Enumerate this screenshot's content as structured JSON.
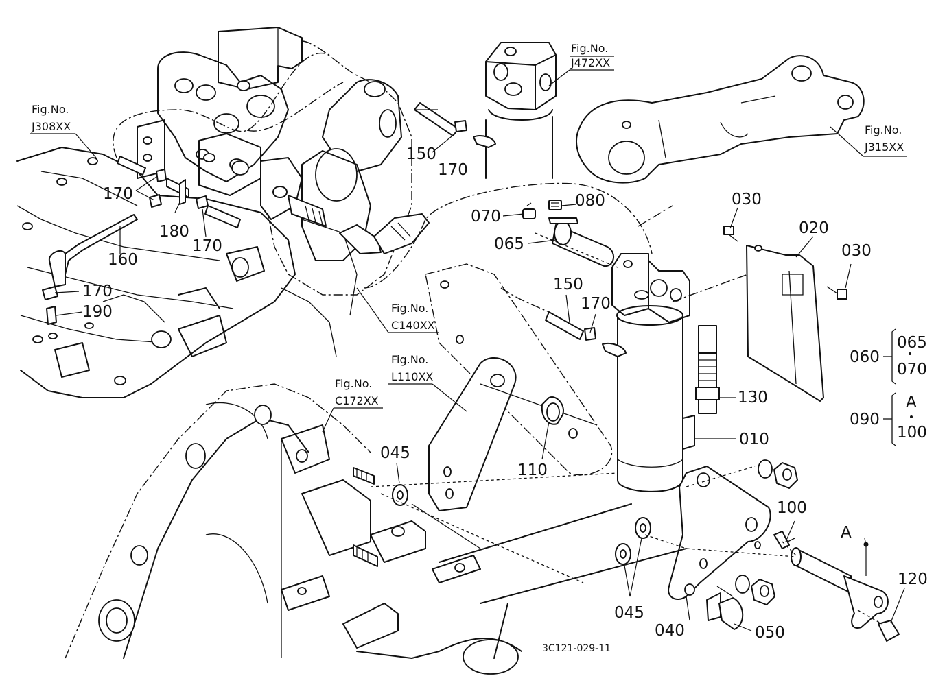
{
  "drawing_code": "3C121-029-11",
  "figure_refs": [
    {
      "id": "j472",
      "label": "Fig.No.",
      "code": "J472XX"
    },
    {
      "id": "j308",
      "label": "Fig.No.",
      "code": "J308XX"
    },
    {
      "id": "j315",
      "label": "Fig.No.",
      "code": "J315XX"
    },
    {
      "id": "c140",
      "label": "Fig.No.",
      "code": "C140XX"
    },
    {
      "id": "l110",
      "label": "Fig.No.",
      "code": "L110XX"
    },
    {
      "id": "c172",
      "label": "Fig.No.",
      "code": "C172XX"
    }
  ],
  "callouts": [
    {
      "id": "p150a",
      "text": "150"
    },
    {
      "id": "p170a",
      "text": "170"
    },
    {
      "id": "p170b",
      "text": "170"
    },
    {
      "id": "p180",
      "text": "180"
    },
    {
      "id": "p170c",
      "text": "170"
    },
    {
      "id": "p160",
      "text": "160"
    },
    {
      "id": "p170d",
      "text": "170"
    },
    {
      "id": "p190",
      "text": "190"
    },
    {
      "id": "p080",
      "text": "080"
    },
    {
      "id": "p070",
      "text": "070"
    },
    {
      "id": "p065",
      "text": "065"
    },
    {
      "id": "p030a",
      "text": "030"
    },
    {
      "id": "p020",
      "text": "020"
    },
    {
      "id": "p030b",
      "text": "030"
    },
    {
      "id": "p150b",
      "text": "150"
    },
    {
      "id": "p170e",
      "text": "170"
    },
    {
      "id": "p130",
      "text": "130"
    },
    {
      "id": "p010",
      "text": "010"
    },
    {
      "id": "p110",
      "text": "110"
    },
    {
      "id": "p045a",
      "text": "045"
    },
    {
      "id": "p100",
      "text": "100"
    },
    {
      "id": "pA",
      "text": "A"
    },
    {
      "id": "p120",
      "text": "120"
    },
    {
      "id": "p045b",
      "text": "045"
    },
    {
      "id": "p040",
      "text": "040"
    },
    {
      "id": "p050",
      "text": "050"
    }
  ],
  "assemblies": [
    {
      "id": "a060",
      "parent": "060",
      "top": "065",
      "bottom": "070"
    },
    {
      "id": "a090",
      "parent": "090",
      "top": "A",
      "bottom": "100"
    }
  ]
}
